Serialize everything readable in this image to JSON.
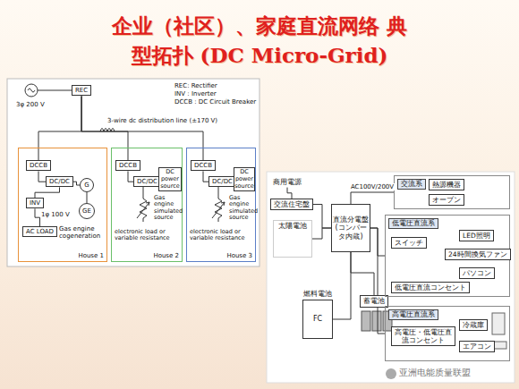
{
  "diagram": {
    "title": "企业（社区）、家庭直流网络 典型拓扑 (DC Micro-Grid)",
    "nodes": [
      {
        "text": [
          "REC"
        ]
      },
      {
        "text": [
          "House 1"
        ]
      },
      {
        "text": [
          "DCCB"
        ],
        "in": 1
      },
      {
        "text": [
          "DC/DC"
        ],
        "in": 1
      },
      {
        "text": [
          "INV"
        ],
        "in": 1
      },
      {
        "text": [
          "AC LOAD"
        ],
        "in": 1
      },
      {
        "text": [
          "G"
        ],
        "in": 1
      },
      {
        "text": [
          "GE"
        ],
        "in": 1
      },
      {
        "text": [
          "House 2"
        ]
      },
      {
        "text": [
          "DCCB"
        ],
        "in": 8
      },
      {
        "text": [
          "DC/DC"
        ],
        "in": 8
      },
      {
        "text": [
          "DC power source"
        ],
        "in": 8
      },
      {
        "text": [
          "House 3"
        ]
      },
      {
        "text": [
          "DCCB"
        ],
        "in": 12
      },
      {
        "text": [
          "DC/DC"
        ],
        "in": 12
      },
      {
        "text": [
          "DC power source"
        ],
        "in": 12
      },
      {
        "text": [
          "商用電源"
        ]
      },
      {
        "text": [
          "交流住宅盤"
        ]
      },
      {
        "text": [
          "直流分電盤 (コンバータ内蔵)"
        ]
      },
      {
        "text": [
          "太陽電池"
        ]
      },
      {
        "text": [
          "燃料電池",
          "FC"
        ]
      },
      {
        "text": [
          "蓄電池"
        ]
      },
      {
        "text": [
          "交流系"
        ]
      },
      {
        "text": [
          "熱源機器"
        ],
        "in": 22
      },
      {
        "text": [
          "オーブン"
        ],
        "in": 22
      },
      {
        "text": [
          "低電圧直流系"
        ]
      },
      {
        "text": [
          "スイッチ"
        ],
        "in": 25
      },
      {
        "text": [
          "LED照明"
        ],
        "in": 25
      },
      {
        "text": [
          "24時間換気ファン"
        ],
        "in": 25
      },
      {
        "text": [
          "パソコン"
        ],
        "in": 25
      },
      {
        "text": [
          "低電圧直流コンセント"
        ],
        "in": 25
      },
      {
        "text": [
          "高電圧直流系"
        ]
      },
      {
        "text": [
          "冷蔵庫"
        ],
        "in": 31
      },
      {
        "text": [
          "エアコン"
        ],
        "in": 31
      },
      {
        "text": [
          "高電圧・低電圧直流コンセント"
        ],
        "in": 31
      }
    ],
    "edges": [
      {
        "from": 0,
        "to": 2,
        "arrow": "none"
      },
      {
        "from": 0,
        "to": 9,
        "arrow": "none"
      },
      {
        "from": 0,
        "to": 13,
        "arrow": "none"
      },
      {
        "from": 2,
        "to": 3,
        "arrow": "none"
      },
      {
        "from": 3,
        "to": 4,
        "arrow": "none"
      },
      {
        "from": 4,
        "to": 5,
        "arrow": "none"
      },
      {
        "from": 3,
        "to": 6,
        "arrow": "none"
      },
      {
        "from": 6,
        "to": 7,
        "arrow": "none"
      },
      {
        "from": 9,
        "to": 10,
        "arrow": "none"
      },
      {
        "from": 10,
        "to": 11,
        "arrow": "none"
      },
      {
        "from": 13,
        "to": 14,
        "arrow": "none"
      },
      {
        "from": 14,
        "to": 15,
        "arrow": "none"
      },
      {
        "from": 16,
        "to": 17,
        "arrow": "none"
      },
      {
        "from": 17,
        "to": 18,
        "arrow": "none"
      },
      {
        "from": 18,
        "to": 22,
        "label": "AC100V/200V",
        "arrow": "none"
      },
      {
        "from": 19,
        "to": 18,
        "arrow": "none"
      },
      {
        "from": 20,
        "to": 18,
        "arrow": "none"
      },
      {
        "from": 21,
        "to": 18,
        "arrow": "none"
      },
      {
        "from": 18,
        "to": 25,
        "arrow": "none"
      },
      {
        "from": 18,
        "to": 31,
        "arrow": "none"
      }
    ],
    "labels": [
      "REC: Rectifier",
      "INV : Inverter",
      "DCCB : DC Circuit Breaker",
      "3-wire dc distribution line (±170 V)",
      "3φ 200 V",
      "1φ 100 V",
      "Gas engine cogeneration",
      "electronic load or variable resistance",
      "Gas engine simulated source",
      "electronic load or variable resistance",
      "Gas engine simulated source",
      "亚洲电能质量联盟"
    ]
  }
}
